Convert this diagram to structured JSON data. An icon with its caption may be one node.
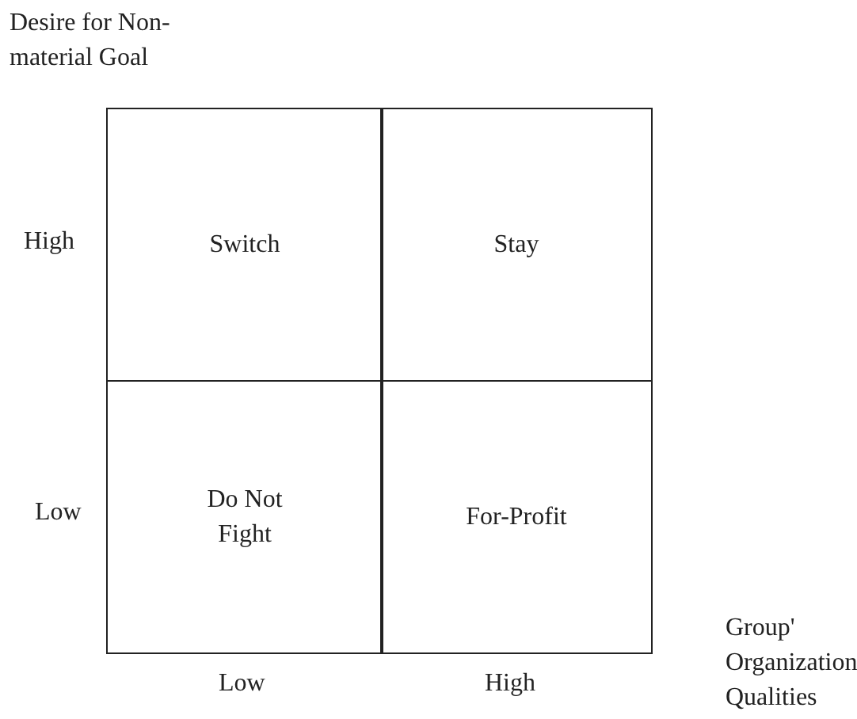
{
  "diagram": {
    "nodes": [
      {
        "text": [
          "Switch"
        ]
      },
      {
        "text": [
          "Stay"
        ]
      },
      {
        "text": [
          "Do Not Fight"
        ]
      },
      {
        "text": [
          "For-Profit"
        ]
      }
    ],
    "labels": [
      "Desire for Non-material Goal",
      "High",
      "Low",
      "Low",
      "High",
      "Group' Organization Qualities"
    ]
  }
}
